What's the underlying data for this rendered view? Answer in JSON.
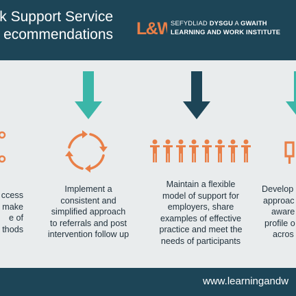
{
  "header": {
    "title_line_1": "k Support Service",
    "title_line_2": "ecommendations",
    "logo_mark": "L&W",
    "logo_line_1_a": "SEFYDLIAD ",
    "logo_line_1_b": "DYSGU",
    "logo_line_1_c": " A ",
    "logo_line_1_d": "GWAITH",
    "logo_line_2": "LEARNING AND WORK INSTITUTE"
  },
  "colors": {
    "navy": "#1d4557",
    "teal": "#3bb6a8",
    "orange": "#e97f47",
    "background": "#e9eced",
    "text": "#1f2f3a"
  },
  "icons": {
    "col1": "share-network-icon",
    "col2": "refresh-cycle-icon",
    "col3": "people-row-icon",
    "col4": "flag-banner-icon"
  },
  "columns": {
    "col1": [
      "ccess",
      "make",
      "e of",
      "thods"
    ],
    "col2": [
      "Implement a",
      "consistent and",
      "simplified approach",
      "to referrals and post",
      "intervention follow up"
    ],
    "col3": [
      "Maintain a flexible",
      "model of support for",
      "employers, share",
      "examples of effective",
      "practice and meet the",
      "needs of participants"
    ],
    "col4": [
      "Develop",
      "approac",
      "aware",
      "profile o",
      "acros"
    ]
  },
  "footer": {
    "url": "www.learningandw"
  }
}
